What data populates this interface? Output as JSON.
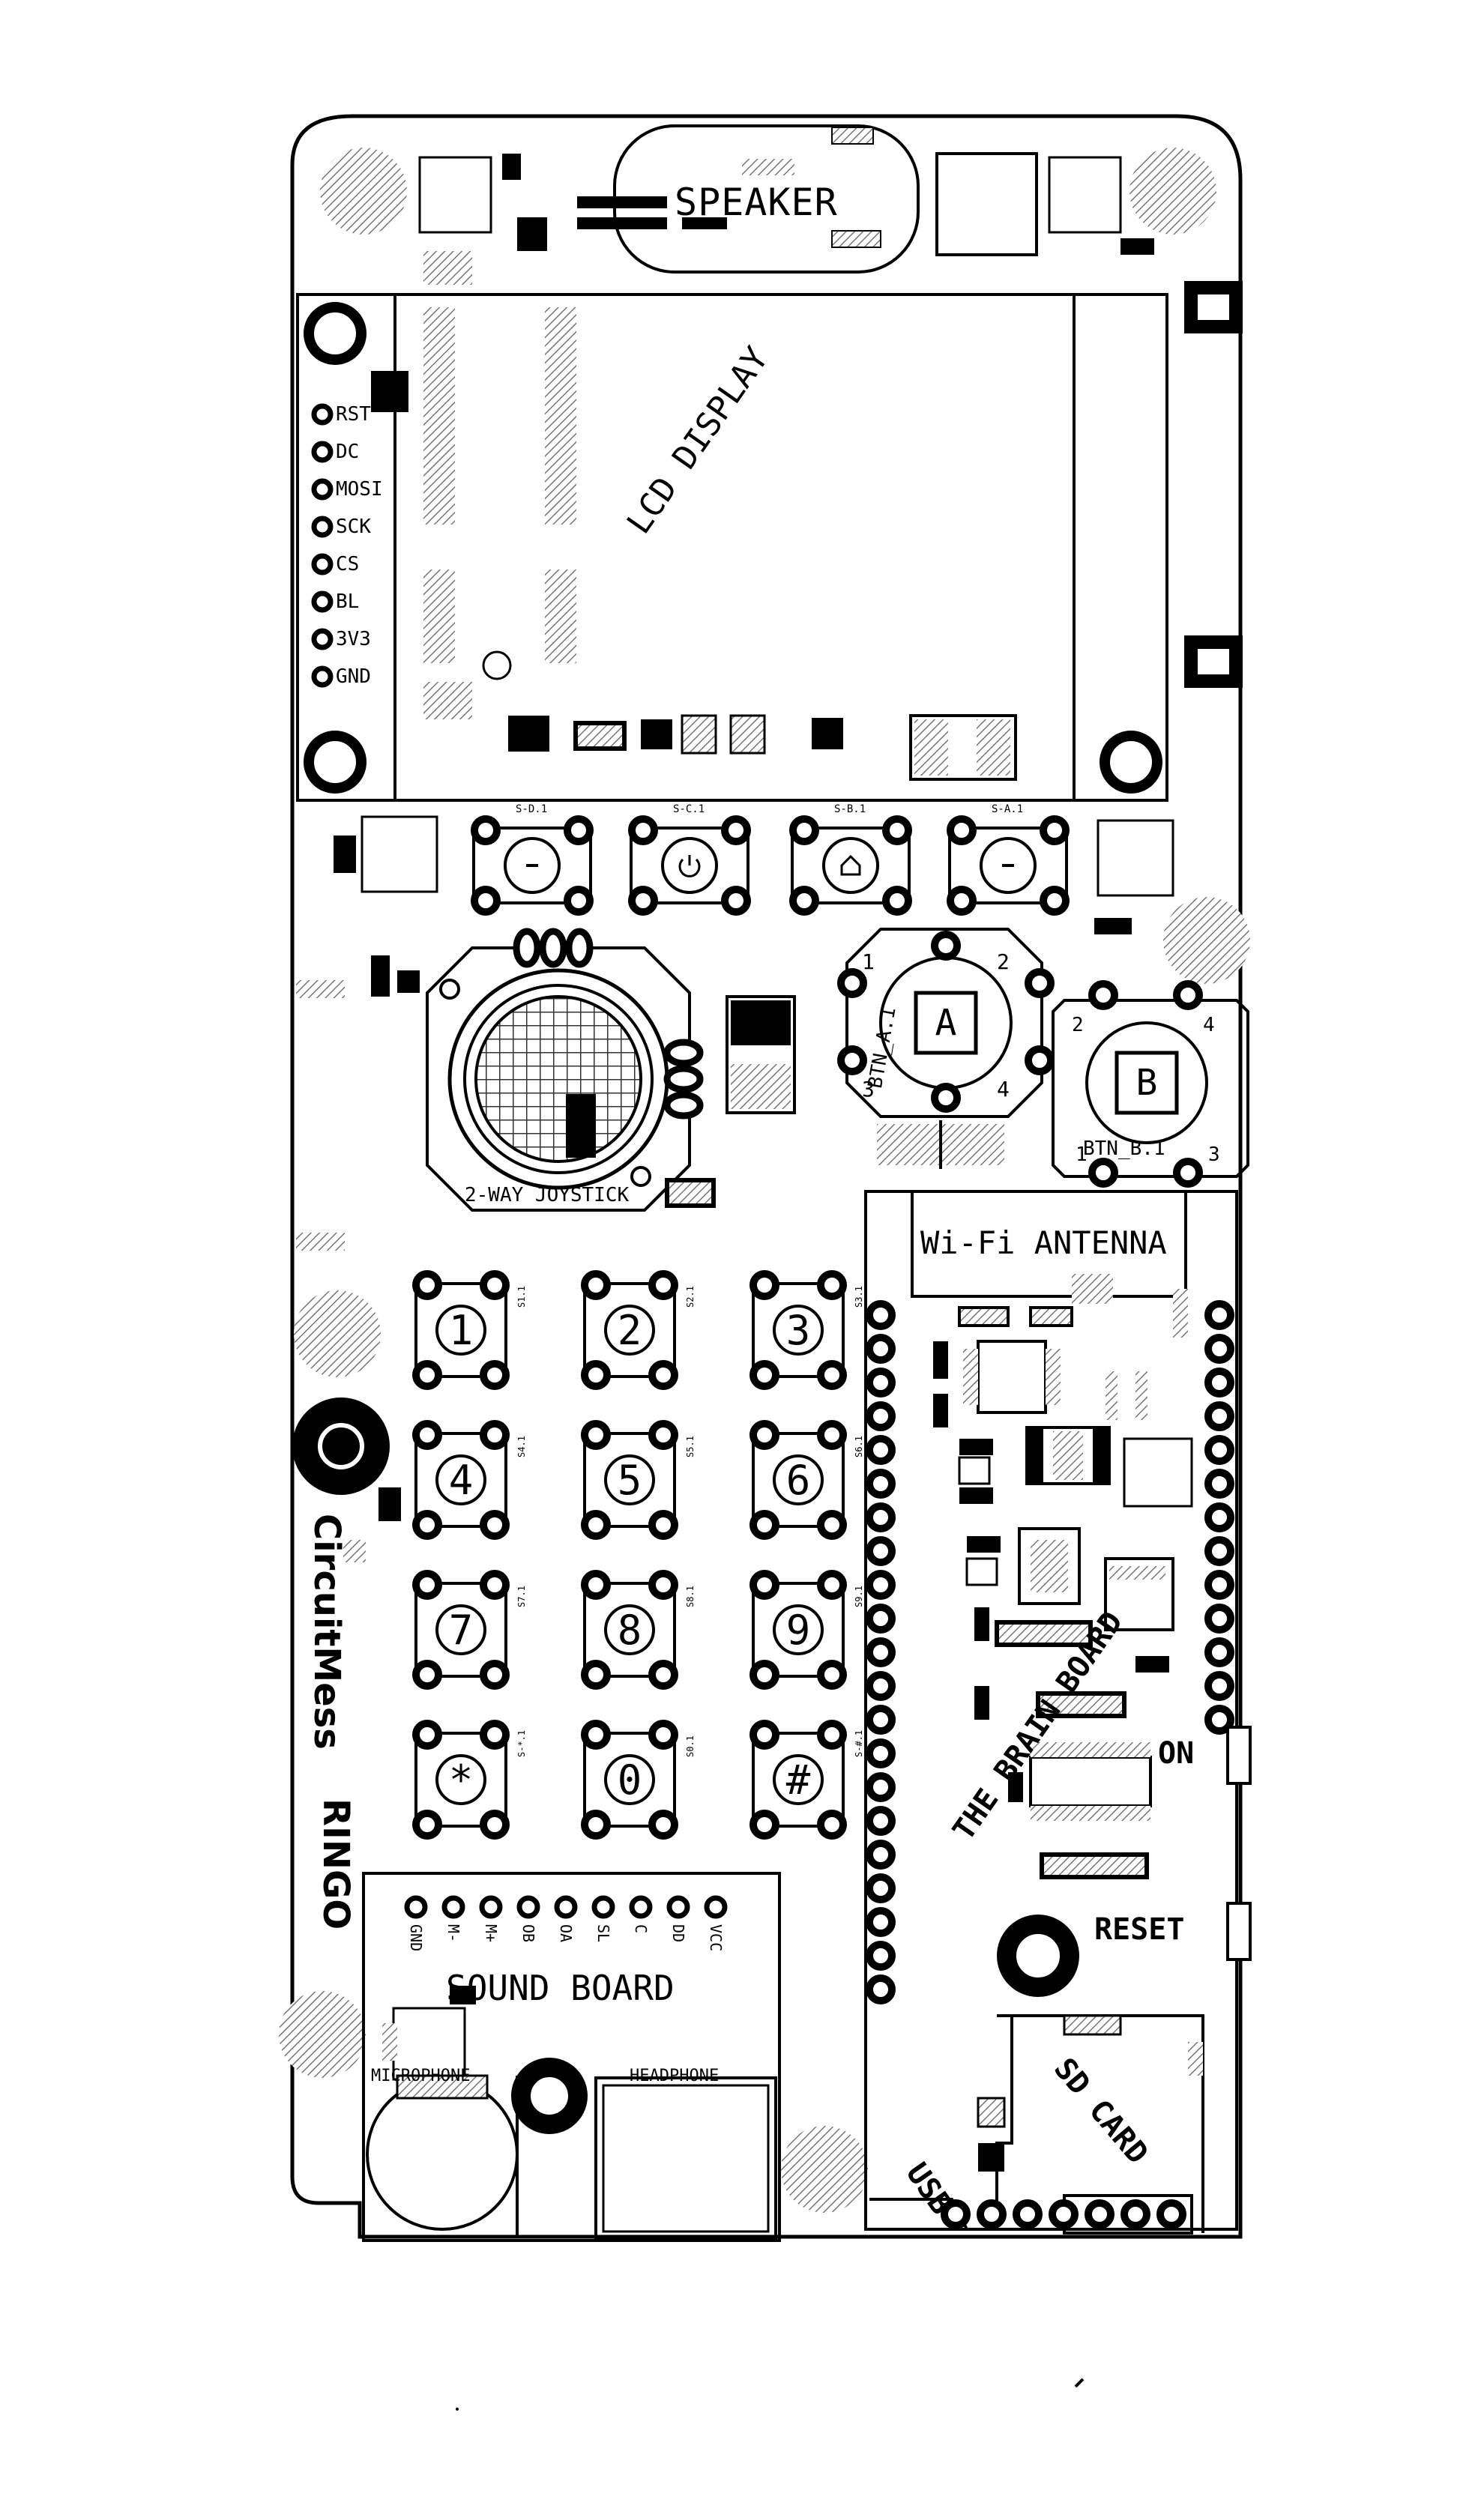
{
  "header": {
    "speaker_label": "SPEAKER"
  },
  "lcd": {
    "title": "LCD DISPLAY",
    "pins": [
      "RST",
      "DC",
      "MOSI",
      "SCK",
      "CS",
      "BL",
      "3V3",
      "GND"
    ]
  },
  "nav_buttons": {
    "labels": [
      "S-D.1",
      "S-C.1",
      "S-B.1",
      "S-A.1"
    ]
  },
  "joystick": {
    "label": "2-WAY JOYSTICK"
  },
  "button_a": {
    "key": "A",
    "ref": "BTN_A.1",
    "pin_numbers": [
      "1",
      "2",
      "3",
      "4"
    ]
  },
  "button_b": {
    "key": "B",
    "ref": "BTN_B.1",
    "pin_numbers": [
      "1",
      "2",
      "3",
      "4"
    ]
  },
  "keypad": {
    "keys": [
      "1",
      "2",
      "3",
      "4",
      "5",
      "6",
      "7",
      "8",
      "9",
      "*",
      "0",
      "#"
    ],
    "refs": [
      "S1.1",
      "S2.1",
      "S3.1",
      "S4.1",
      "S5.1",
      "S6.1",
      "S7.1",
      "S8.1",
      "S9.1",
      "S-*.1",
      "S0.1",
      "S-#.1"
    ]
  },
  "brand": {
    "company": "CircuitMess",
    "product": "RINGO"
  },
  "brain": {
    "antenna": "Wi-Fi ANTENNA",
    "title": "THE BRAIN BOARD",
    "on_label": "ON",
    "reset_label": "RESET",
    "sd_label": "SD CARD",
    "usb_label": "USB"
  },
  "sound": {
    "title": "SOUND BOARD",
    "pins": [
      "GND",
      "M-",
      "M+",
      "OB",
      "OA",
      "SL",
      "C",
      "DD",
      "VCC"
    ],
    "microphone": "MICROPHONE",
    "headphone": "HEADPHONE"
  },
  "colors": {
    "ink": "#000000",
    "paper": "#ffffff",
    "hatch": "#8a8a8a"
  }
}
